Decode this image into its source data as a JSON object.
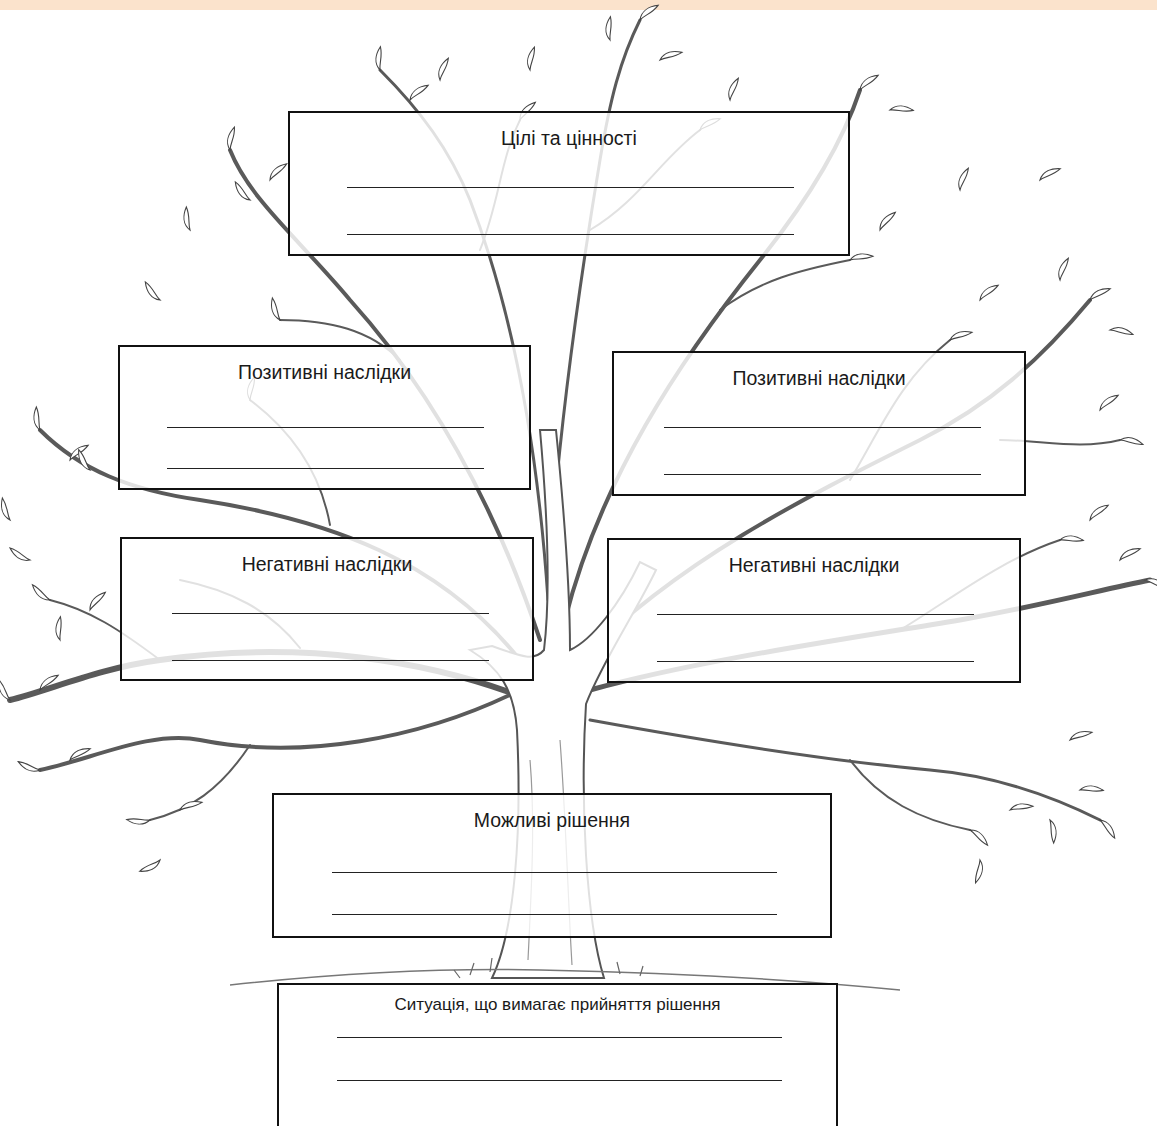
{
  "diagram": {
    "nodes": [
      {
        "text": [
          "Цілі та цінності"
        ]
      },
      {
        "text": [
          "Позитивні наслідки"
        ]
      },
      {
        "text": [
          "Позитивні наслідки"
        ]
      },
      {
        "text": [
          "Негативні наслідки"
        ]
      },
      {
        "text": [
          "Негативні наслідки"
        ]
      },
      {
        "text": [
          "Можливі рішення"
        ]
      },
      {
        "text": [
          "Ситуація, що вимагає прийняття рішення"
        ]
      }
    ]
  }
}
